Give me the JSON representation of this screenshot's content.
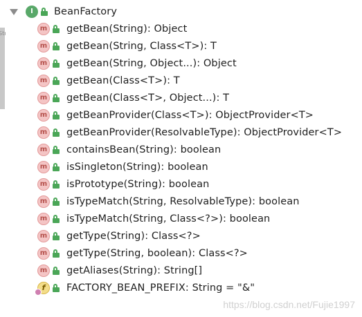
{
  "sidebar": {
    "label": "Structure"
  },
  "tree": {
    "root": {
      "label": "BeanFactory",
      "kind": "interface",
      "badge_letter": "I"
    },
    "members": [
      {
        "label": "getBean(String): Object",
        "kind": "method",
        "badge_letter": "m"
      },
      {
        "label": "getBean(String, Class<T>): T",
        "kind": "method",
        "badge_letter": "m"
      },
      {
        "label": "getBean(String, Object...): Object",
        "kind": "method",
        "badge_letter": "m"
      },
      {
        "label": "getBean(Class<T>): T",
        "kind": "method",
        "badge_letter": "m"
      },
      {
        "label": "getBean(Class<T>, Object...): T",
        "kind": "method",
        "badge_letter": "m"
      },
      {
        "label": "getBeanProvider(Class<T>): ObjectProvider<T>",
        "kind": "method",
        "badge_letter": "m"
      },
      {
        "label": "getBeanProvider(ResolvableType): ObjectProvider<T>",
        "kind": "method",
        "badge_letter": "m"
      },
      {
        "label": "containsBean(String): boolean",
        "kind": "method",
        "badge_letter": "m"
      },
      {
        "label": "isSingleton(String): boolean",
        "kind": "method",
        "badge_letter": "m"
      },
      {
        "label": "isPrototype(String): boolean",
        "kind": "method",
        "badge_letter": "m"
      },
      {
        "label": "isTypeMatch(String, ResolvableType): boolean",
        "kind": "method",
        "badge_letter": "m"
      },
      {
        "label": "isTypeMatch(String, Class<?>): boolean",
        "kind": "method",
        "badge_letter": "m"
      },
      {
        "label": "getType(String): Class<?>",
        "kind": "method",
        "badge_letter": "m"
      },
      {
        "label": "getType(String, boolean): Class<?>",
        "kind": "method",
        "badge_letter": "m"
      },
      {
        "label": "getAliases(String): String[]",
        "kind": "method",
        "badge_letter": "m"
      },
      {
        "label": "FACTORY_BEAN_PREFIX: String = \"&\"",
        "kind": "field",
        "badge_letter": "f"
      }
    ]
  },
  "watermark": "https://blog.csdn.net/Fujie1997",
  "icons": {
    "expand": "chevron-down-icon",
    "interface": "interface-icon",
    "method": "method-icon",
    "field": "field-icon",
    "visibility": "public-lock-icon"
  },
  "colors": {
    "interface_badge": "#59a869",
    "method_badge_bg": "#f4c5c5",
    "method_badge_text": "#b5514c",
    "field_badge_bg": "#f3dd8a",
    "lock_green": "#4aa657",
    "watermark": "#d0d0d0"
  }
}
